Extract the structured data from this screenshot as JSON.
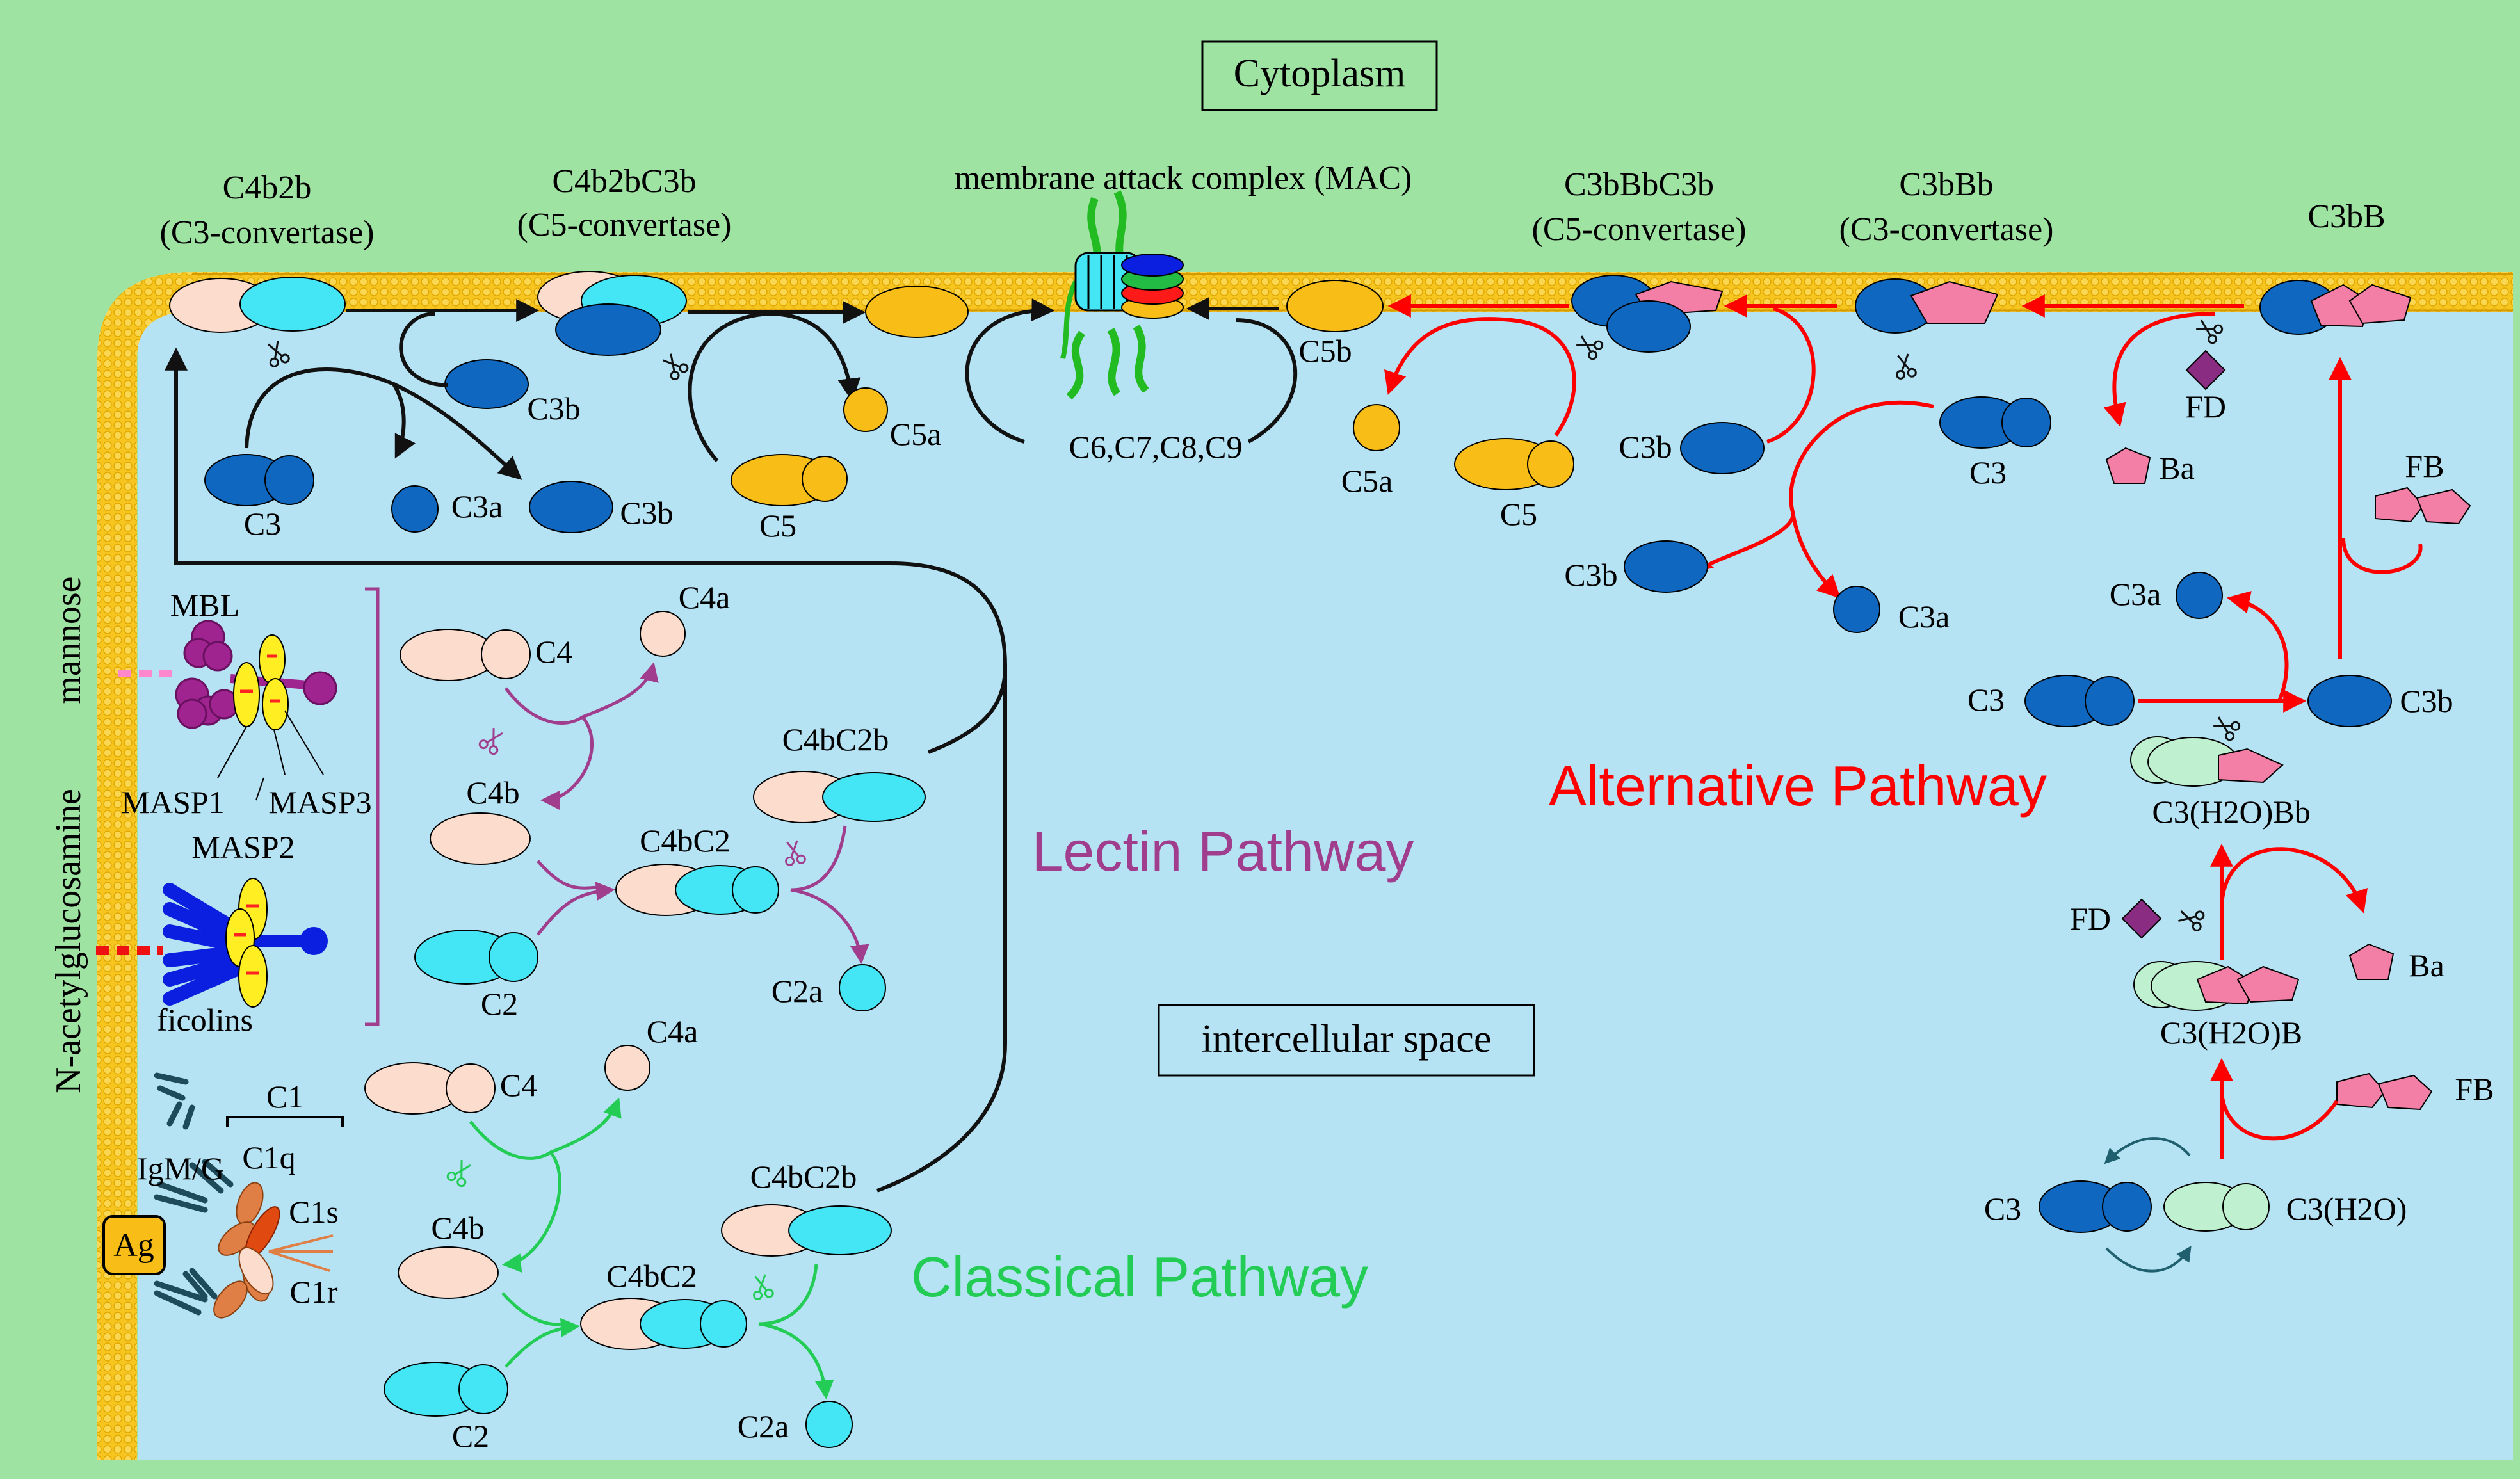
{
  "regions": {
    "cytoplasm": "Cytoplasm",
    "intercellular": "intercellular space",
    "mannose": "mannose",
    "glcnac": "N-acetylglucosamine"
  },
  "pathways": {
    "lectin": "Lectin Pathway",
    "classical": "Classical Pathway",
    "alternative": "Alternative Pathway"
  },
  "labels": {
    "c4b2b": "C4b2b",
    "c3conv": "(C3-convertase)",
    "c4b2bc3b": "C4b2bC3b",
    "c5conv": "(C5-convertase)",
    "mac": "membrane attack complex (MAC)",
    "c3bbbc3b": "C3bBbC3b",
    "c5conv2": "(C5-convertase)",
    "c3bbb": "C3bBb",
    "c3conv2": "(C3-convertase)",
    "c3bB": "C3bB",
    "c3b": "C3b",
    "c3": "C3",
    "c3a": "C3a",
    "c5": "C5",
    "c5a": "C5a",
    "c5b": "C5b",
    "c6789": "C6,C7,C8,C9",
    "fd": "FD",
    "ba": "Ba",
    "fb": "FB",
    "c3h2obb": "C3(H2O)Bb",
    "c3h2ob": "C3(H2O)B",
    "c3h2o": "C3(H2O)",
    "mbl": "MBL",
    "masp1": "MASP1",
    "masp3": "MASP3",
    "masp2": "MASP2",
    "ficolins": "ficolins",
    "c4": "C4",
    "c4a": "C4a",
    "c4b": "C4b",
    "c4bc2": "C4bC2",
    "c4bc2b": "C4bC2b",
    "c2": "C2",
    "c2a": "C2a",
    "c1": "C1",
    "c1q": "C1q",
    "c1s": "C1s",
    "c1r": "C1r",
    "igmg": "IgM/G",
    "ag": "Ag"
  },
  "colors": {
    "cytoplasm": "#9fe3a3",
    "intercellular": "#b5e3f4",
    "membrane": "#f7c520",
    "lectin": "#a03d8c",
    "classical": "#22cc55",
    "alternative": "#ff0000",
    "c3_blue": "#0f67c0",
    "c4_peach": "#fbdccd",
    "c2_cyan": "#44e6f5",
    "c5_gold": "#f8bd16",
    "factor_b_pink": "#f37ea6",
    "fd_purple": "#8b2c83"
  },
  "icons": [
    "scissors-icon",
    "antibody-icon",
    "mac-pore-icon"
  ]
}
